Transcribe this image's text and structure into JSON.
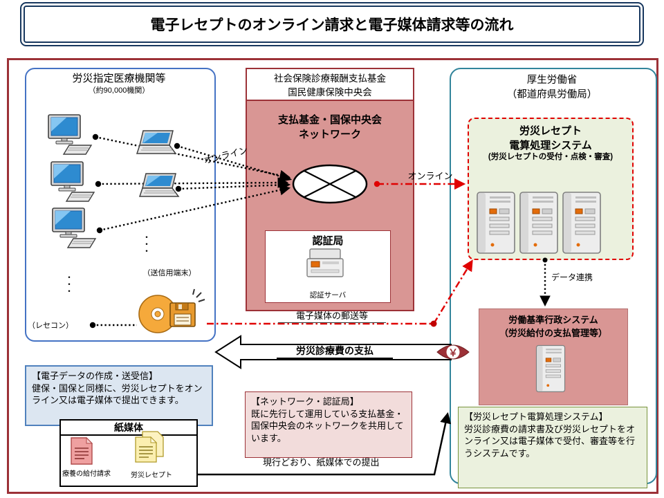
{
  "colors": {
    "frame": "#9C3137",
    "navy": "#17375E",
    "blue": "#4472C4",
    "teal": "#31849B",
    "pink": "#D99694",
    "pinklight": "#F2DCDB",
    "bluelight": "#DCE6F1",
    "greenlight": "#EBF1DE",
    "green": "#77933C",
    "red": "#E00000",
    "orange": "#E36C0A"
  },
  "title": "電子レセプトのオンライン請求と電子媒体請求等の流れ",
  "left_panel": {
    "title": "労災指定医療機関等",
    "subtitle": "（約90,000機関）",
    "terminal_label": "（送信用端末）",
    "rececon_label": "（レセコン）",
    "dots": "・\n・\n・"
  },
  "center_panel": {
    "header": "社会保険診療報酬支払基金\n国民健康保険中央会",
    "network_title": "支払基金・国保中央会\nネットワーク",
    "ca_title": "認証局",
    "ca_server_label": "認証サーバ"
  },
  "right_panel": {
    "header": "厚生労働省\n（都道府県労働局）",
    "system_title": "労災レセプト\n電算処理システム",
    "system_subtitle": "(労災レセプトの受付・点検・審査)",
    "data_link_label": "データ連携",
    "admin_title": "労働基準行政システム\n（労災給付の支払管理等）"
  },
  "labels": {
    "online": "オンライン",
    "media_mail": "電子媒体の郵送等",
    "payment": "労災診療費の支払",
    "paper_submit": "現行どおり、紙媒体での提出",
    "yen": "￥"
  },
  "paper_panel": {
    "title": "紙媒体",
    "doc_request": "療養の給付請求",
    "doc_receipt": "労災レセプト"
  },
  "notes": {
    "edata": "【電子データの作成・送受信】\n健保・国保と同様に、労災レセプトをオンライン又は電子媒体で提出できます。",
    "network": "【ネットワーク・認証局】\n既に先行して運用している支払基金・国保中央会のネットワークを共用しています。",
    "system": "【労災レセプト電算処理システム】\n労災診療費の請求書及び労災レセプトをオンライン又は電子媒体で受付、審査等を行うシステムです。"
  }
}
